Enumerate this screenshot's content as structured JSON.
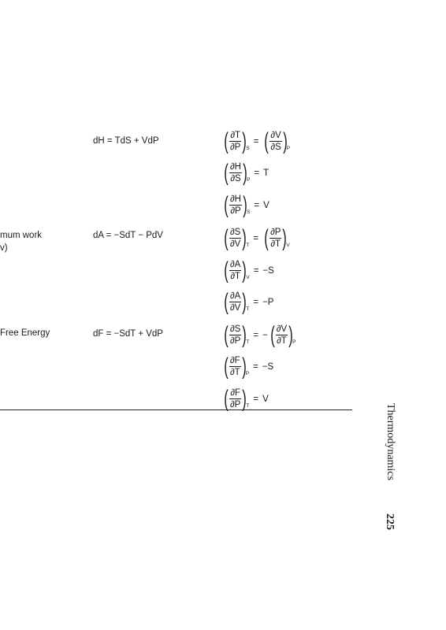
{
  "left_labels": {
    "row1": "mum work",
    "row1b": "v)",
    "row3": "Free Energy"
  },
  "differentials": {
    "enthalpy": "dH = TdS + VdP",
    "helmholtz": "dA = −SdT − PdV",
    "gibbs": "dF = −SdT + VdP"
  },
  "equations": [
    {
      "ln": "∂T",
      "ld": "∂P",
      "lsub": "S",
      "op": "=",
      "neg": "",
      "rn": "∂V",
      "rd": "∂S",
      "rsub": "P",
      "rhs": ""
    },
    {
      "ln": "∂H",
      "ld": "∂S",
      "lsub": "P",
      "op": "=",
      "neg": "",
      "rn": "",
      "rd": "",
      "rsub": "",
      "rhs": "T"
    },
    {
      "ln": "∂H",
      "ld": "∂P",
      "lsub": "S",
      "op": "=",
      "neg": "",
      "rn": "",
      "rd": "",
      "rsub": "",
      "rhs": "V"
    },
    {
      "ln": "∂S",
      "ld": "∂V",
      "lsub": "T",
      "op": "=",
      "neg": "",
      "rn": "∂P",
      "rd": "∂T",
      "rsub": "V",
      "rhs": ""
    },
    {
      "ln": "∂A",
      "ld": "∂T",
      "lsub": "V",
      "op": "=",
      "neg": "",
      "rn": "",
      "rd": "",
      "rsub": "",
      "rhs": "−S"
    },
    {
      "ln": "∂A",
      "ld": "∂V",
      "lsub": "T",
      "op": "=",
      "neg": "",
      "rn": "",
      "rd": "",
      "rsub": "",
      "rhs": "−P"
    },
    {
      "ln": "∂S",
      "ld": "∂P",
      "lsub": "T",
      "op": "=",
      "neg": "−",
      "rn": "∂V",
      "rd": "∂T",
      "rsub": "P",
      "rhs": ""
    },
    {
      "ln": "∂F",
      "ld": "∂T",
      "lsub": "P",
      "op": "=",
      "neg": "",
      "rn": "",
      "rd": "",
      "rsub": "",
      "rhs": "−S"
    },
    {
      "ln": "∂F",
      "ld": "∂P",
      "lsub": "T",
      "op": "=",
      "neg": "",
      "rn": "",
      "rd": "",
      "rsub": "",
      "rhs": "V"
    }
  ],
  "side_title": "Thermodynamics",
  "page_number": "225"
}
